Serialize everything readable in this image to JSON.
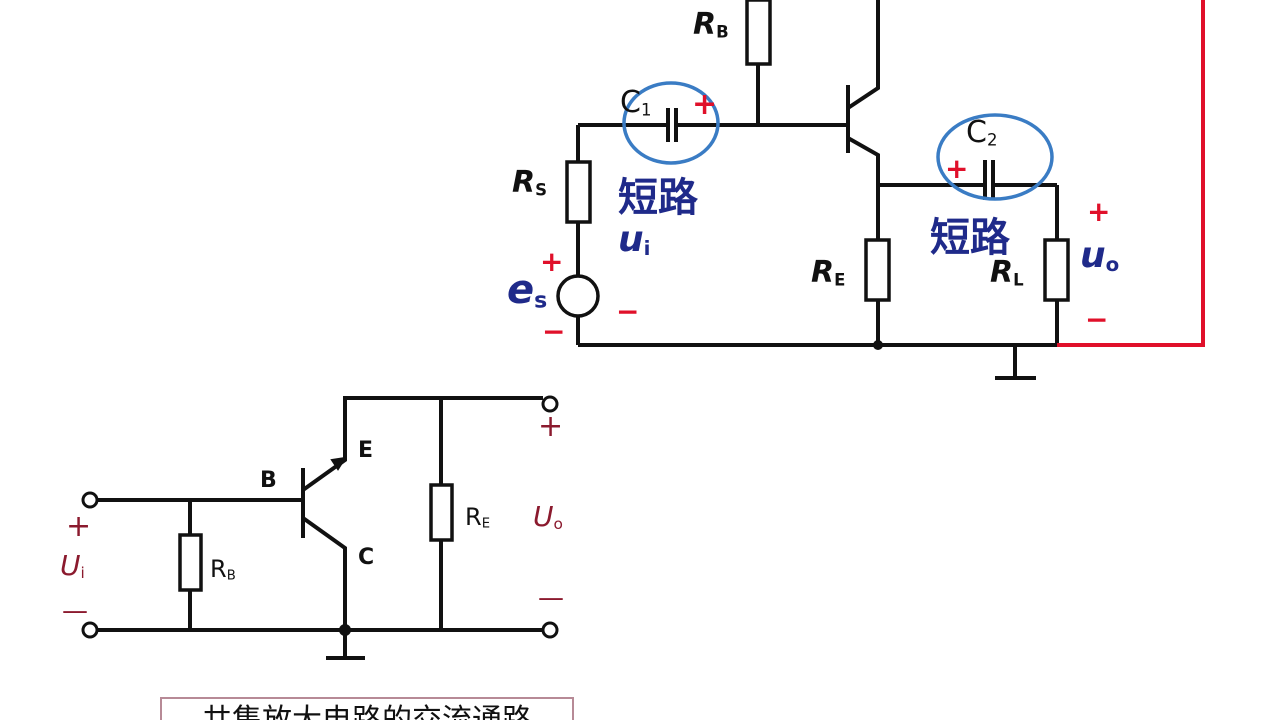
{
  "top_circuit": {
    "rb_label": "R",
    "rb_sub": "B",
    "c1_label": "C",
    "c1_sub": "1",
    "c2_label": "C",
    "c2_sub": "2",
    "rs_label": "R",
    "rs_sub": "S",
    "re_label": "R",
    "re_sub": "E",
    "rl_label": "R",
    "rl_sub": "L",
    "es_label": "e",
    "es_sub": "s",
    "ui_label": "u",
    "ui_sub": "i",
    "uo_label": "u",
    "uo_sub": "o",
    "short1": "短路",
    "short2": "短路",
    "plus": "+",
    "minus": "−"
  },
  "bottom_circuit": {
    "b_label": "B",
    "e_label": "E",
    "c_label": "C",
    "rb_label": "R",
    "rb_sub": "B",
    "re_label": "R",
    "re_sub": "E",
    "ui_label": "U",
    "ui_sub": "i",
    "uo_label": "U",
    "uo_sub": "o",
    "plus": "+",
    "minus": "—"
  },
  "caption": "共集放大电路的交流通路",
  "colors": {
    "wire": "#111111",
    "highlight": "#3a7cc4",
    "red": "#e0102a",
    "label_blue": "#1f2a8a"
  }
}
